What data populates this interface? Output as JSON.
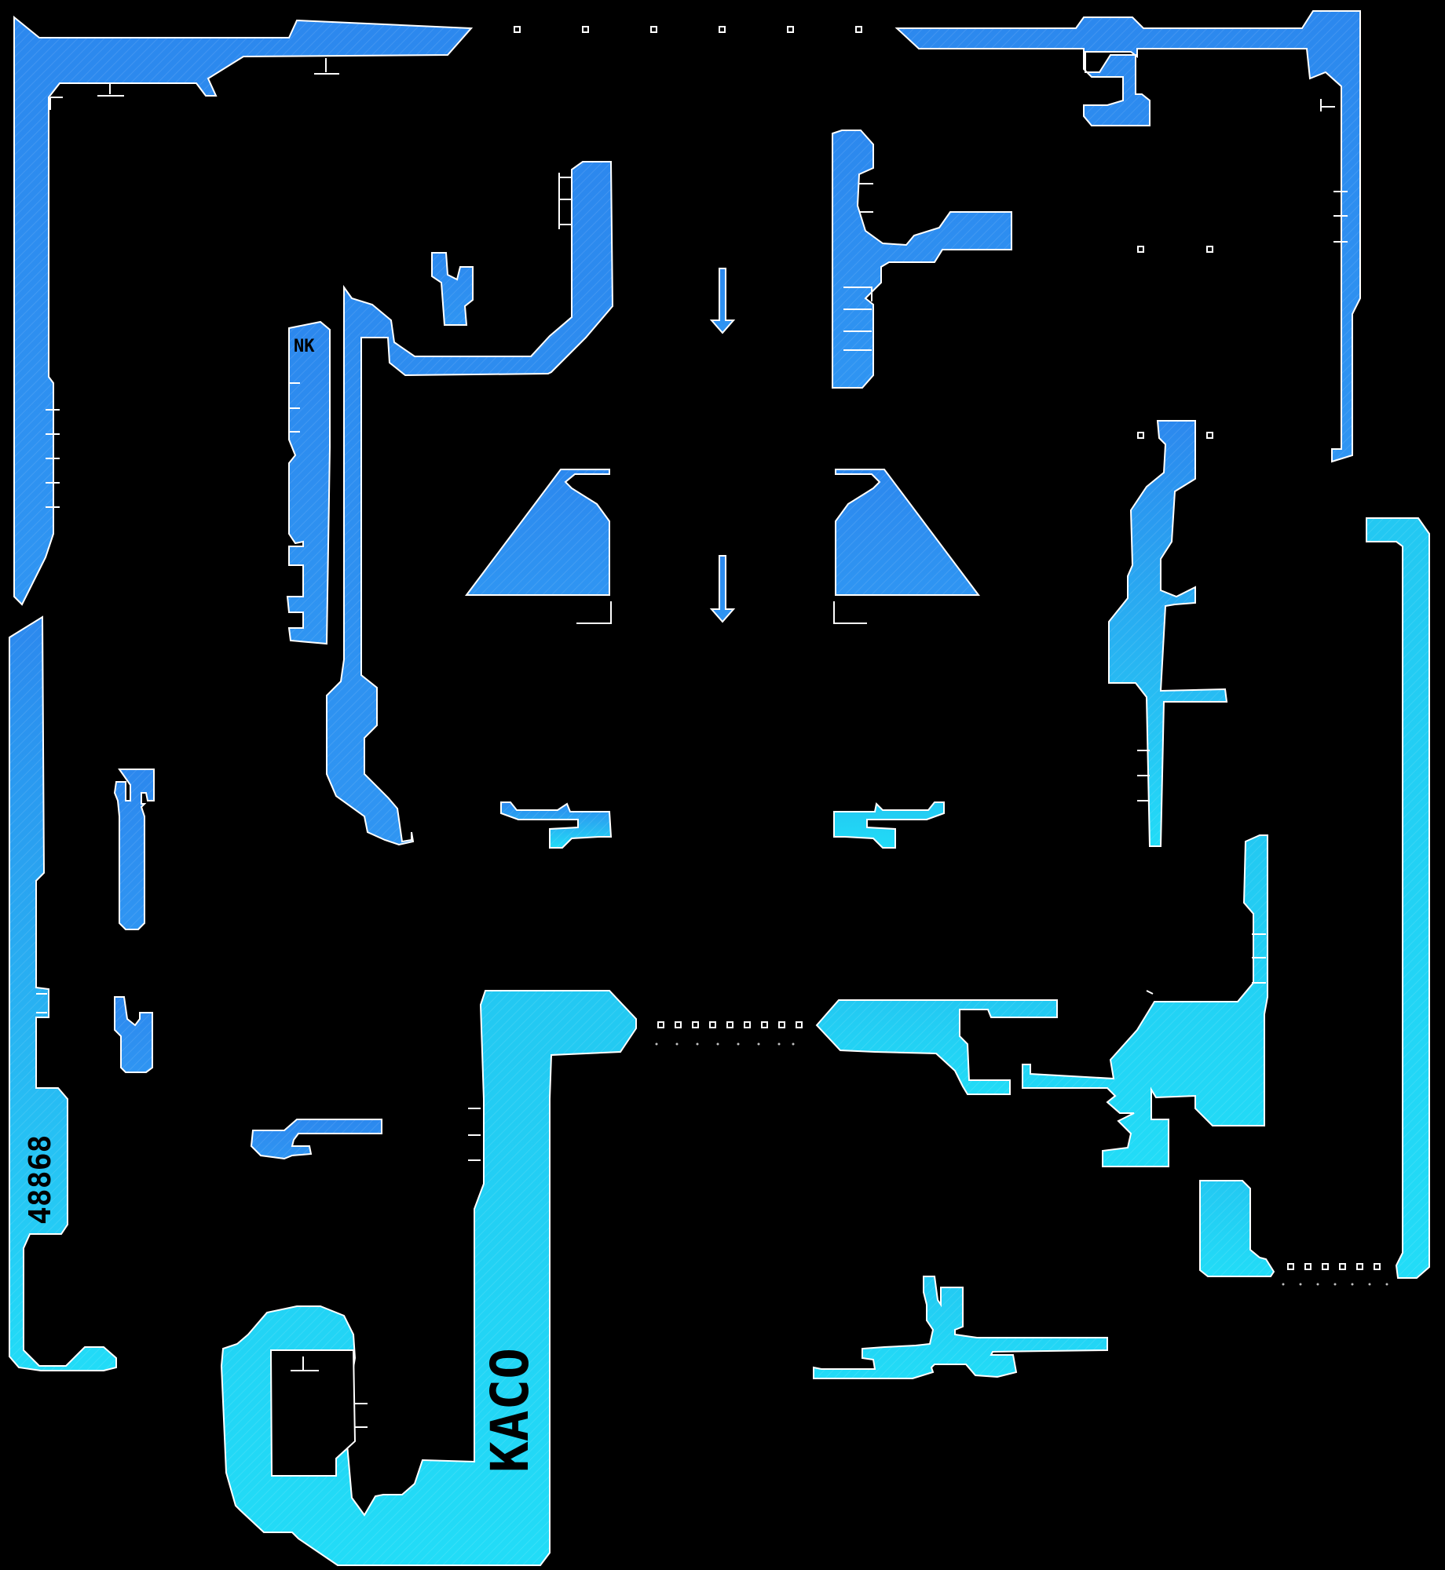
{
  "labels": {
    "nk": "NK",
    "code": "48868",
    "brand": "KACO"
  },
  "colors": {
    "background": "#000000",
    "wall_blue": "#2f8ff0",
    "wall_cyan": "#22d6f5",
    "outline": "#ffffff"
  }
}
